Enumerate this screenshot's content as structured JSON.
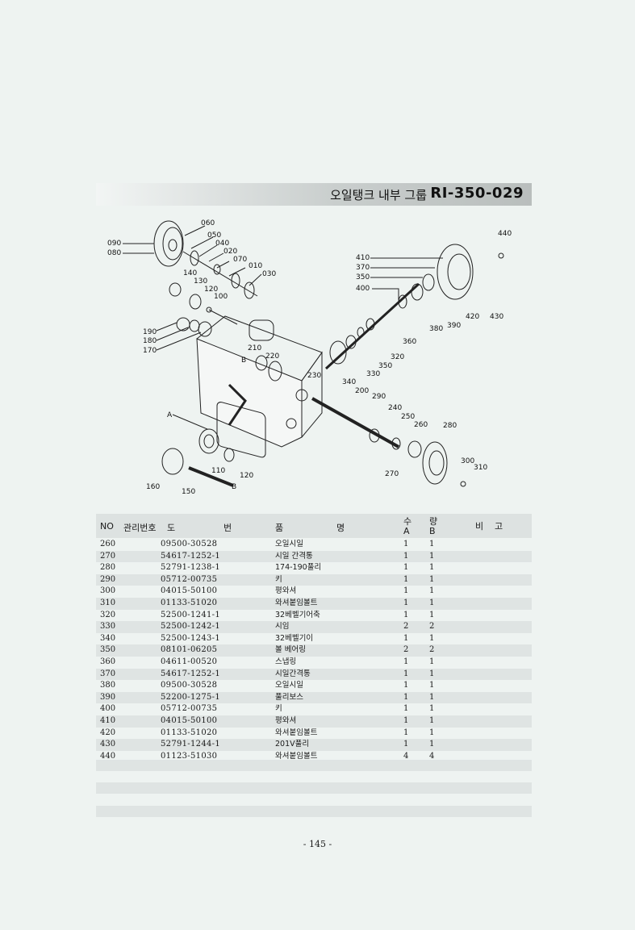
{
  "title": {
    "korean": "오일탱크 내부 그룹",
    "code": "RI-350-029"
  },
  "diagram": {
    "labels": [
      "060",
      "050",
      "040",
      "020",
      "070",
      "010",
      "030",
      "090",
      "080",
      "140",
      "130",
      "120",
      "100",
      "190",
      "180",
      "170",
      "210",
      "B",
      "220",
      "230",
      "A",
      "110",
      "120",
      "160",
      "150",
      "B",
      "440",
      "410",
      "370",
      "350",
      "400",
      "380",
      "390",
      "420",
      "430",
      "360",
      "320",
      "350",
      "330",
      "340",
      "290",
      "200",
      "240",
      "250",
      "260",
      "280",
      "270",
      "300",
      "310"
    ]
  },
  "table": {
    "headers": {
      "no": "NO",
      "mgmt": "관리번호",
      "code_a": "도",
      "code_b": "번",
      "name_a": "품",
      "name_b": "명",
      "qty_a": "수",
      "qty_b": "량",
      "qty_col_a": "A",
      "qty_col_b": "B",
      "remark_a": "비",
      "remark_b": "고"
    },
    "rows": [
      {
        "no": "260",
        "code": "09500-30528",
        "name": "오일시일",
        "a": "1",
        "b": "1"
      },
      {
        "no": "270",
        "code": "54617-1252-1",
        "name": "시일 간격통",
        "a": "1",
        "b": "1"
      },
      {
        "no": "280",
        "code": "52791-1238-1",
        "name": "174-190풀리",
        "a": "1",
        "b": "1"
      },
      {
        "no": "290",
        "code": "05712-00735",
        "name": "키",
        "a": "1",
        "b": "1"
      },
      {
        "no": "300",
        "code": "04015-50100",
        "name": "평와셔",
        "a": "1",
        "b": "1"
      },
      {
        "no": "310",
        "code": "01133-51020",
        "name": "와셔붙임볼트",
        "a": "1",
        "b": "1"
      },
      {
        "no": "320",
        "code": "52500-1241-1",
        "name": "32베벨기어축",
        "a": "1",
        "b": "1"
      },
      {
        "no": "330",
        "code": "52500-1242-1",
        "name": "시임",
        "a": "2",
        "b": "2"
      },
      {
        "no": "340",
        "code": "52500-1243-1",
        "name": "32베벨기이",
        "a": "1",
        "b": "1"
      },
      {
        "no": "350",
        "code": "08101-06205",
        "name": "볼 베어링",
        "a": "2",
        "b": "2"
      },
      {
        "no": "360",
        "code": "04611-00520",
        "name": "스냅링",
        "a": "1",
        "b": "1"
      },
      {
        "no": "370",
        "code": "54617-1252-1",
        "name": "시일간격통",
        "a": "1",
        "b": "1"
      },
      {
        "no": "380",
        "code": "09500-30528",
        "name": "오일시일",
        "a": "1",
        "b": "1"
      },
      {
        "no": "390",
        "code": "52200-1275-1",
        "name": "풀리보스",
        "a": "1",
        "b": "1"
      },
      {
        "no": "400",
        "code": "05712-00735",
        "name": "키",
        "a": "1",
        "b": "1"
      },
      {
        "no": "410",
        "code": "04015-50100",
        "name": "평와셔",
        "a": "1",
        "b": "1"
      },
      {
        "no": "420",
        "code": "01133-51020",
        "name": "와셔붙임볼트",
        "a": "1",
        "b": "1"
      },
      {
        "no": "430",
        "code": "52791-1244-1",
        "name": "201V풀리",
        "a": "1",
        "b": "1"
      },
      {
        "no": "440",
        "code": "01123-51030",
        "name": "와셔붙임볼트",
        "a": "4",
        "b": "4"
      }
    ]
  },
  "page_number": "- 145 -"
}
